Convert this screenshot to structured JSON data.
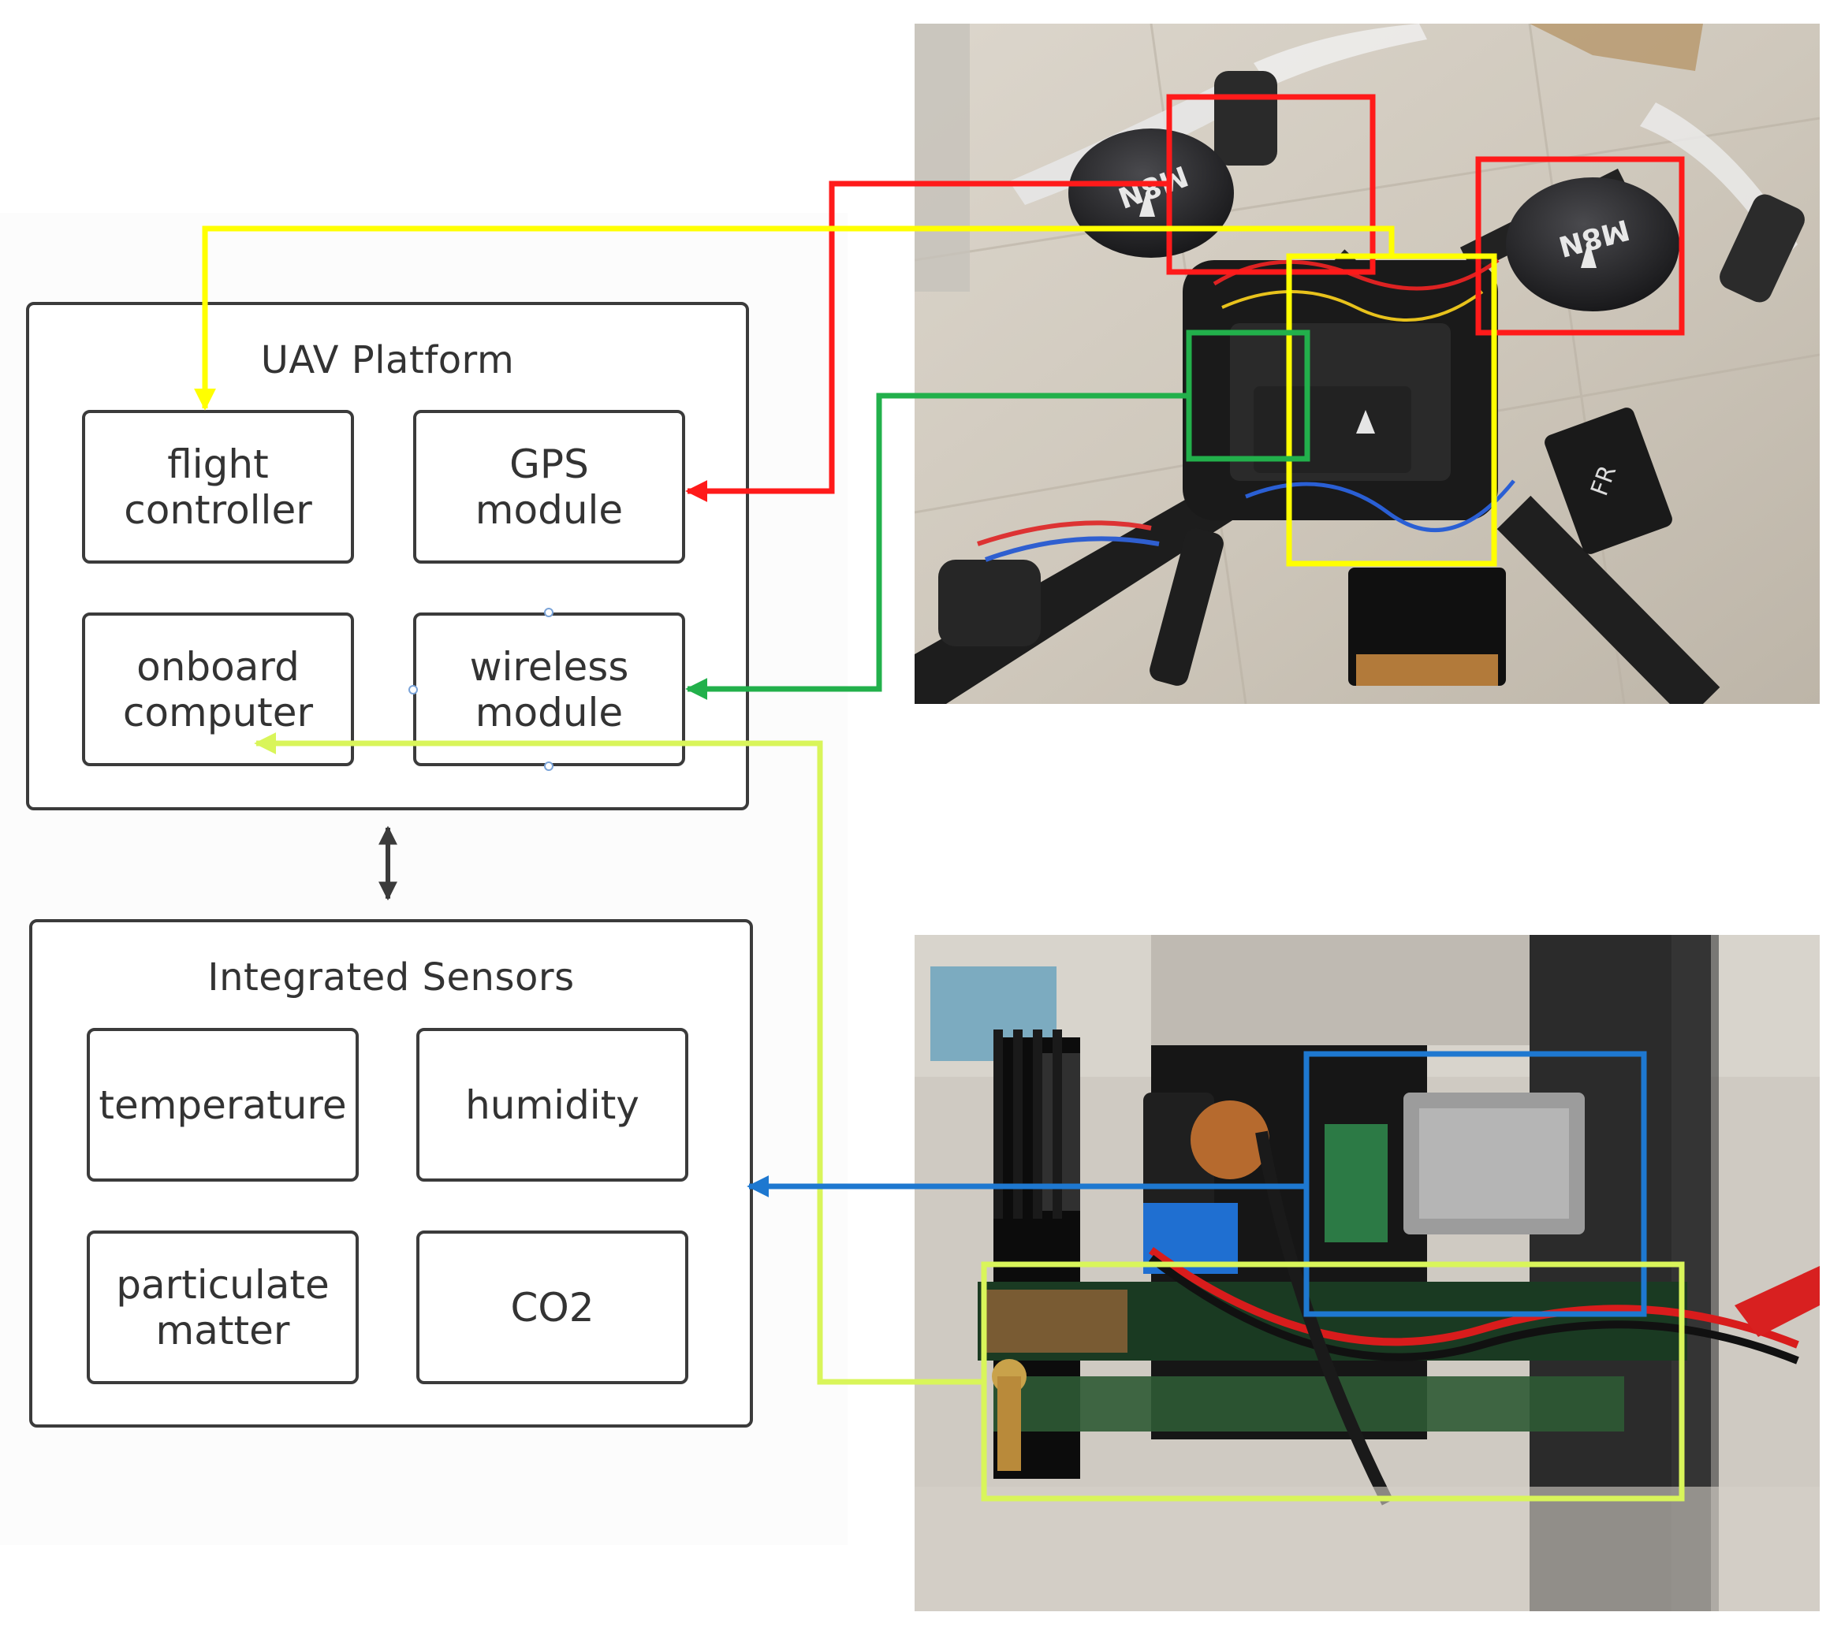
{
  "uav_platform": {
    "title": "UAV Platform",
    "modules": {
      "flight_controller": "flight\ncontroller",
      "gps_module": "GPS\nmodule",
      "onboard_computer": "onboard\ncomputer",
      "wireless_module": "wireless\nmodule"
    }
  },
  "integrated_sensors": {
    "title": "Integrated Sensors",
    "sensors": {
      "temperature": "temperature",
      "humidity": "humidity",
      "particulate_matter": "particulate\nmatter",
      "co2": "CO2"
    }
  },
  "photo_top": {
    "gps_label_left": "M8N",
    "gps_label_right": "M8N",
    "receiver_label": "FR"
  },
  "colors": {
    "gps_link": "#ff1a1a",
    "flight_controller_link": "#ffff00",
    "wireless_link": "#22b04b",
    "onboard_computer_link": "#d9f55a",
    "sensors_link": "#1e78d0",
    "box_border": "#3b3b3b"
  }
}
